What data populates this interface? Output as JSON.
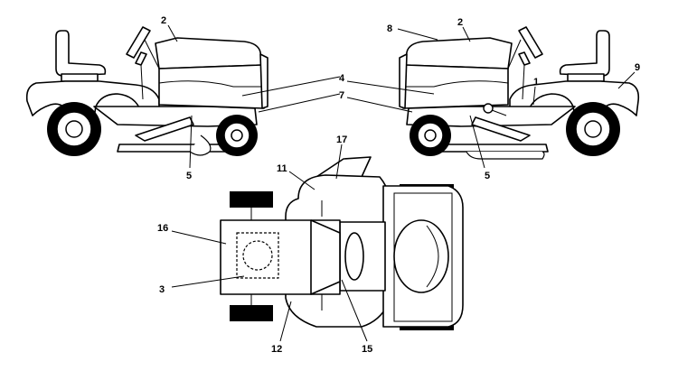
{
  "callouts": {
    "c1": "1",
    "c2a": "2",
    "c2b": "2",
    "c3": "3",
    "c4": "4",
    "c5a": "5",
    "c5b": "5",
    "c7": "7",
    "c8": "8",
    "c9": "9",
    "c11": "11",
    "c12": "12",
    "c15": "15",
    "c16": "16",
    "c17": "17"
  }
}
